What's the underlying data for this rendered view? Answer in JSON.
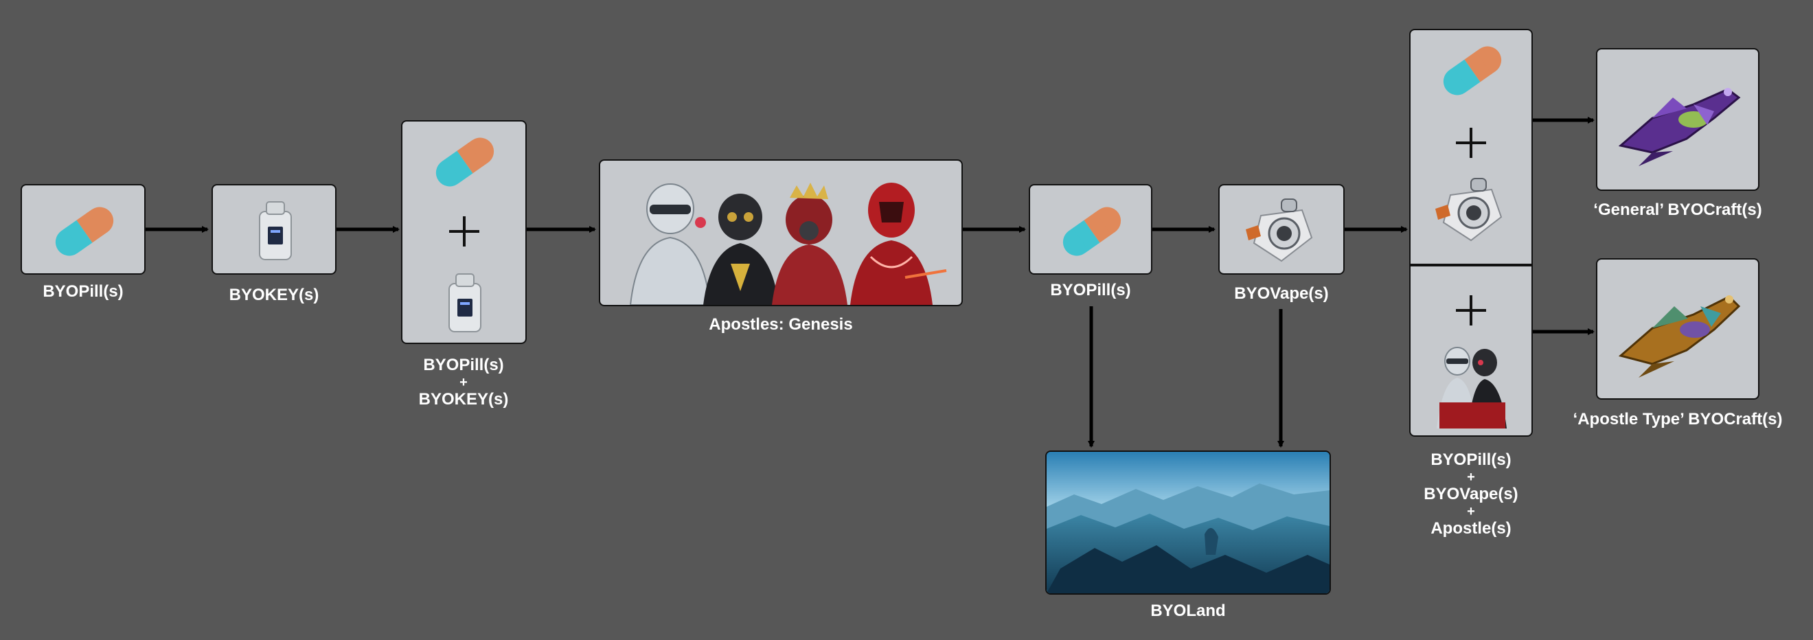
{
  "nodes": {
    "pill1": "BYOPill(s)",
    "key1": "BYOKEY(s)",
    "combo1": [
      "BYOPill(s)",
      "+",
      "BYOKEY(s)"
    ],
    "apostles": "Apostles: Genesis",
    "pill2": "BYOPill(s)",
    "vape": "BYOVape(s)",
    "land": "BYOLand",
    "combo2": [
      "BYOPill(s)",
      "+",
      "BYOVape(s)",
      "+",
      "Apostle(s)"
    ],
    "craft_general": "‘General’ BYOCraft(s)",
    "craft_apostle": "‘Apostle Type’ BYOCraft(s)"
  },
  "colors": {
    "background": "#575757",
    "box": "#c6c9cd",
    "pill_cyan": "#3fc3d0",
    "pill_orange": "#e0895a",
    "arrow": "#000000"
  },
  "icons": [
    "pill-icon",
    "key-device-icon",
    "vape-device-icon",
    "apostle-figures-image",
    "landscape-image",
    "spacecraft-image"
  ]
}
